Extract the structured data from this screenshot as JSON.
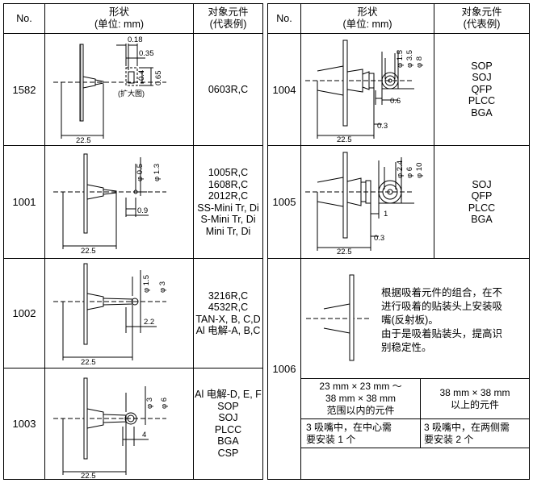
{
  "header": {
    "no": "No.",
    "shape_line1": "形状",
    "shape_line2": "(单位: mm)",
    "parts_line1": "对象元件",
    "parts_line2": "(代表例)"
  },
  "left_rows": [
    {
      "no": "1582",
      "parts": [
        "0603R,C"
      ],
      "dims": {
        "len": "22.5",
        "a": "0.18",
        "b": "0.35",
        "c": "0.4",
        "d": "0.65",
        "note": "(扩大图)"
      }
    },
    {
      "no": "1001",
      "parts": [
        "1005R,C",
        "1608R,C",
        "2012R,C",
        "SS-Mini Tr, Di",
        "S-Mini Tr, Di",
        "Mini Tr, Di"
      ],
      "dims": {
        "len": "22.5",
        "a": "φ 0.5",
        "b": "φ 1.3",
        "c": "0.9"
      }
    },
    {
      "no": "1002",
      "parts": [
        "3216R,C",
        "4532R,C",
        "TAN-X, B, C,D",
        "Al 电解-A, B,C"
      ],
      "dims": {
        "len": "22.5",
        "a": "φ 1.5",
        "b": "φ 3",
        "c": "2.2"
      }
    },
    {
      "no": "1003",
      "parts": [
        "Al 电解-D, E, F",
        "SOP",
        "SOJ",
        "PLCC",
        "BGA",
        "CSP"
      ],
      "dims": {
        "len": "22.5",
        "a": "φ 3",
        "b": "φ 6",
        "c": "4"
      }
    }
  ],
  "right_rows": [
    {
      "no": "1004",
      "parts": [
        "SOP",
        "SOJ",
        "QFP",
        "PLCC",
        "BGA"
      ],
      "dims": {
        "len": "22.5",
        "a": "φ 1.5",
        "b": "φ 3.5",
        "c": "φ 8",
        "d": "0.6",
        "e": "0.3"
      }
    },
    {
      "no": "1005",
      "parts": [
        "SOJ",
        "QFP",
        "PLCC",
        "BGA"
      ],
      "dims": {
        "len": "22.5",
        "a": "φ 2.4",
        "b": "φ 6",
        "c": "φ 10",
        "d": "1",
        "e": "0.3"
      }
    }
  ],
  "row_1006": {
    "no": "1006",
    "note_lines": [
      "根据吸着元件的组合，在不",
      "进行吸着的贴装头上安装吸",
      "嘴(反射板)。",
      "由于是吸着贴装头，提高识",
      "别稳定性。"
    ],
    "sub_header_left": [
      "23 mm × 23 mm ～",
      "38 mm × 38 mm",
      "范围以内的元件"
    ],
    "sub_header_right": [
      "38 mm × 38 mm",
      "以上的元件"
    ],
    "sub_body_left": [
      "3 吸嘴中，在中心需",
      "要安装 1 个"
    ],
    "sub_body_right": [
      "3 吸嘴中，在两侧需",
      "要安装 2 个"
    ]
  }
}
